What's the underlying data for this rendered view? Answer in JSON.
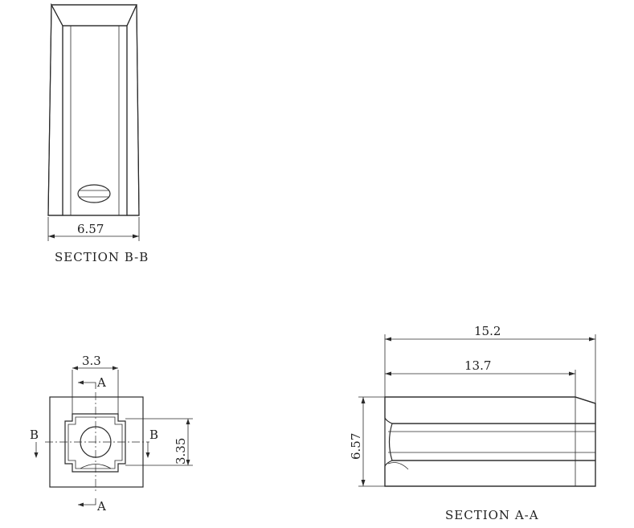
{
  "section_bb": {
    "title": "SECTION B-B",
    "width_dim": "6.57"
  },
  "top_view": {
    "dim_inner_width": "3.3",
    "dim_inner_height": "3.35",
    "cut_a_top": "A",
    "cut_a_bottom": "A",
    "cut_b_left": "B",
    "cut_b_right": "B"
  },
  "section_aa": {
    "title": "SECTION A-A",
    "dim_length_total": "15.2",
    "dim_length_inner": "13.7",
    "dim_height": "6.57"
  },
  "colors": {
    "line": "#2a2a2a",
    "background": "#ffffff"
  }
}
